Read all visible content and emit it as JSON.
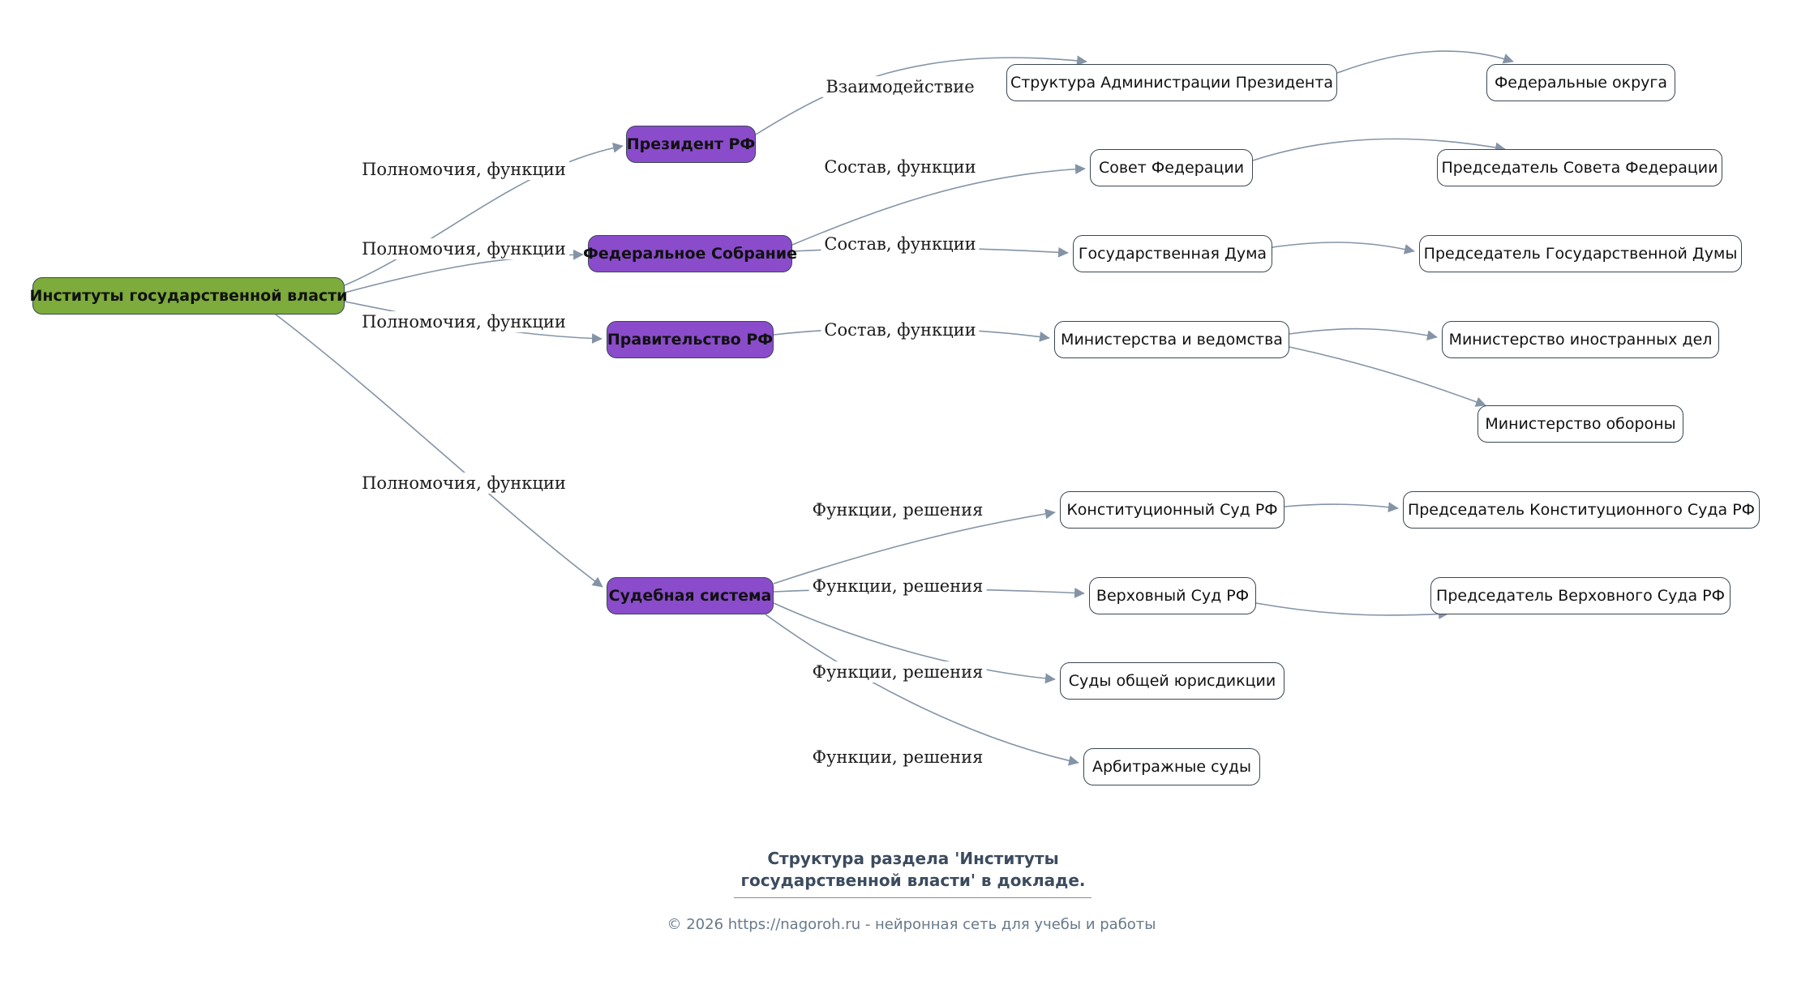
{
  "nodes": {
    "root": "Институты государственной власти",
    "president": "Президент РФ",
    "federal_assembly": "Федеральное Собрание",
    "government": "Правительство РФ",
    "judicial_system": "Судебная система",
    "admin_structure": "Структура Администрации Президента",
    "federation_council": "Совет Федерации",
    "state_duma": "Государственная Дума",
    "ministries": "Министерства и ведомства",
    "constitutional_court": "Конституционный Суд РФ",
    "supreme_court": "Верховный Суд РФ",
    "general_courts": "Суды общей юрисдикции",
    "arbitration_courts": "Арбитражные суды",
    "federal_districts": "Федеральные округа",
    "fc_chairman": "Председатель Совета Федерации",
    "duma_chairman": "Председатель Государственной Думы",
    "foreign_ministry": "Министерство иностранных дел",
    "defense_ministry": "Министерство обороны",
    "cc_chairman": "Председатель Конституционного Суда РФ",
    "sc_chairman": "Председатель Верховного Суда РФ"
  },
  "edge_labels": {
    "powers": "Полномочия, функции",
    "interaction": "Взаимодействие",
    "composition": "Состав, функции",
    "decisions": "Функции, решения"
  },
  "caption": "Структура раздела 'Институты государственной власти' в докладе.",
  "footer": "© 2026 https://nagoroh.ru - нейронная сеть для учебы и работы",
  "colors": {
    "root_fill": "#7dab3c",
    "branch_fill": "#8a4ccb",
    "leaf_fill": "#ffffff",
    "edge": "#8494a6",
    "border": "#3a4754"
  }
}
